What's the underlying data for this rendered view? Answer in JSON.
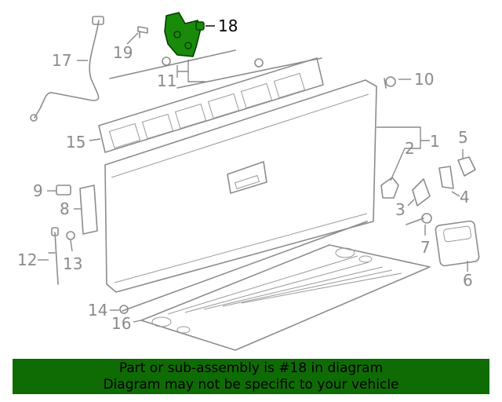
{
  "callouts": {
    "c1": "1",
    "c2": "2",
    "c3": "3",
    "c4": "4",
    "c5": "5",
    "c6": "6",
    "c7": "7",
    "c8": "8",
    "c9": "9",
    "c10": "10",
    "c11": "11",
    "c12": "12",
    "c13": "13",
    "c14": "14",
    "c15": "15",
    "c16": "16",
    "c17": "17",
    "c18": "18",
    "c19": "19"
  },
  "highlight": {
    "part": "18",
    "color": "#1a8a0a"
  },
  "banner": {
    "line1": "Part or sub-assembly is #18 in diagram",
    "line2": "Diagram may not be specific to your vehicle",
    "color": "#0f6b04"
  }
}
